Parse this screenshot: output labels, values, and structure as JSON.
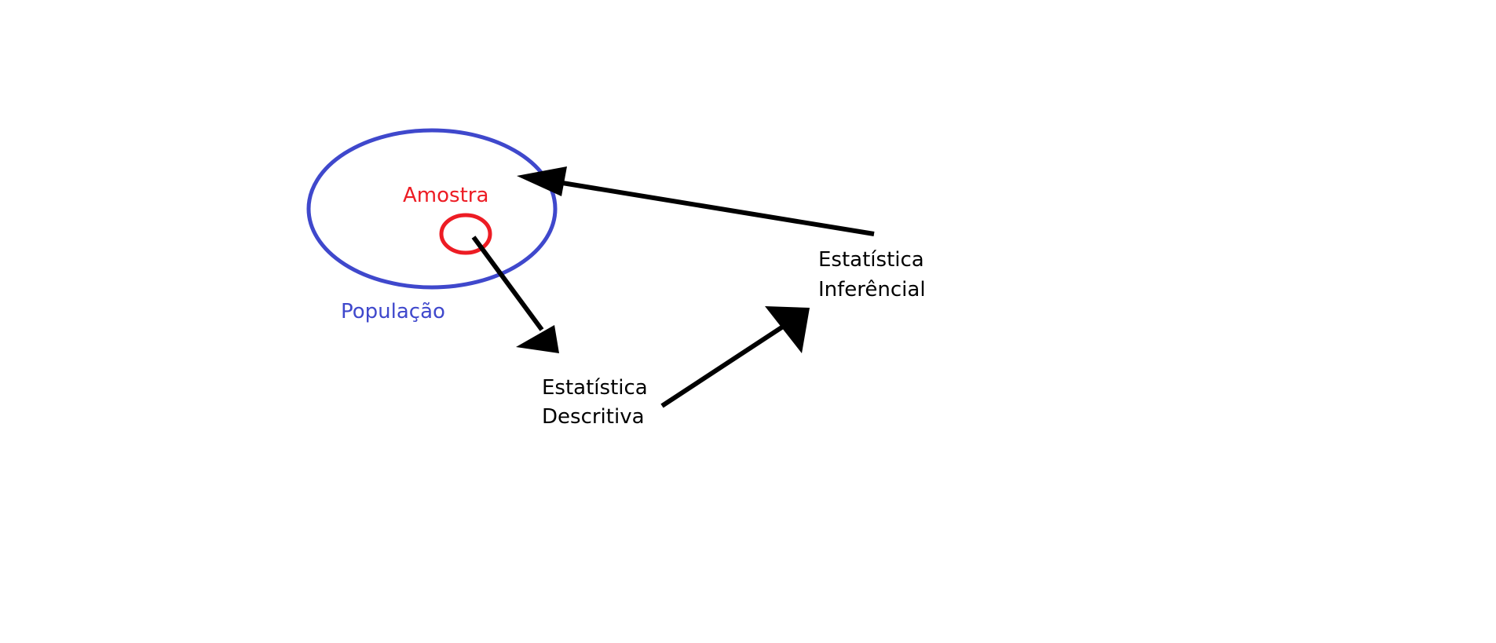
{
  "labels": {
    "sample": "Amostra",
    "population": "População",
    "descriptive_line1": "Estatística",
    "descriptive_line2": "Descritiva",
    "inferential_line1": "Estatística",
    "inferential_line2": "Inferêncial"
  },
  "colors": {
    "population": "#3f48cc",
    "sample": "#ed1c24",
    "arrows": "#000000",
    "text": "#000000"
  }
}
